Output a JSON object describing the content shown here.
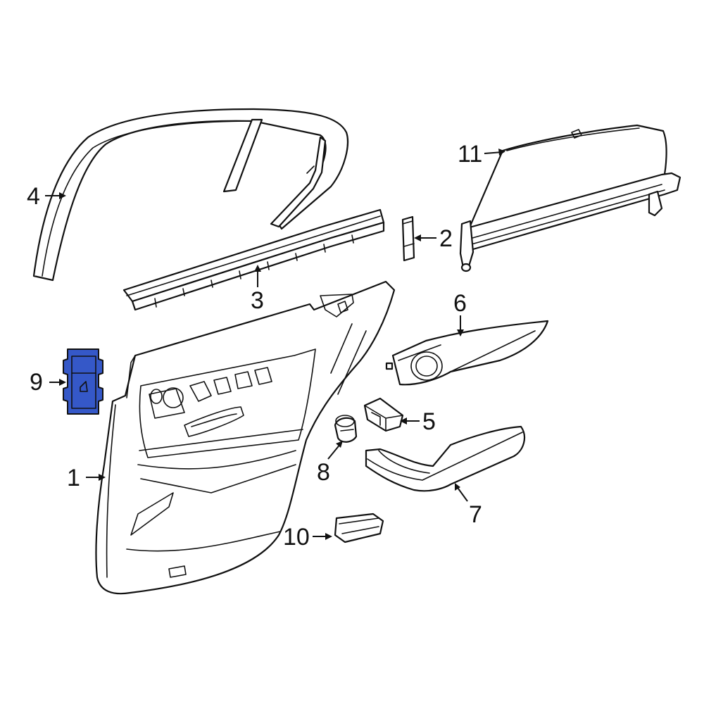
{
  "colors": {
    "line": "#111111",
    "background": "#ffffff",
    "highlight": "#3558c8"
  },
  "callouts": [
    {
      "part": "door-trim-panel",
      "number": "1"
    },
    {
      "part": "clip",
      "number": "2"
    },
    {
      "part": "belt-weatherstrip",
      "number": "3"
    },
    {
      "part": "frame-molding",
      "number": "4"
    },
    {
      "part": "switch-bezel",
      "number": "5"
    },
    {
      "part": "speaker-grille-trim",
      "number": "6"
    },
    {
      "part": "armrest-handle",
      "number": "7"
    },
    {
      "part": "lock-knob",
      "number": "8"
    },
    {
      "part": "window-switch",
      "number": "9",
      "highlighted": true
    },
    {
      "part": "pull-cup",
      "number": "10"
    },
    {
      "part": "sunshade",
      "number": "11"
    }
  ]
}
